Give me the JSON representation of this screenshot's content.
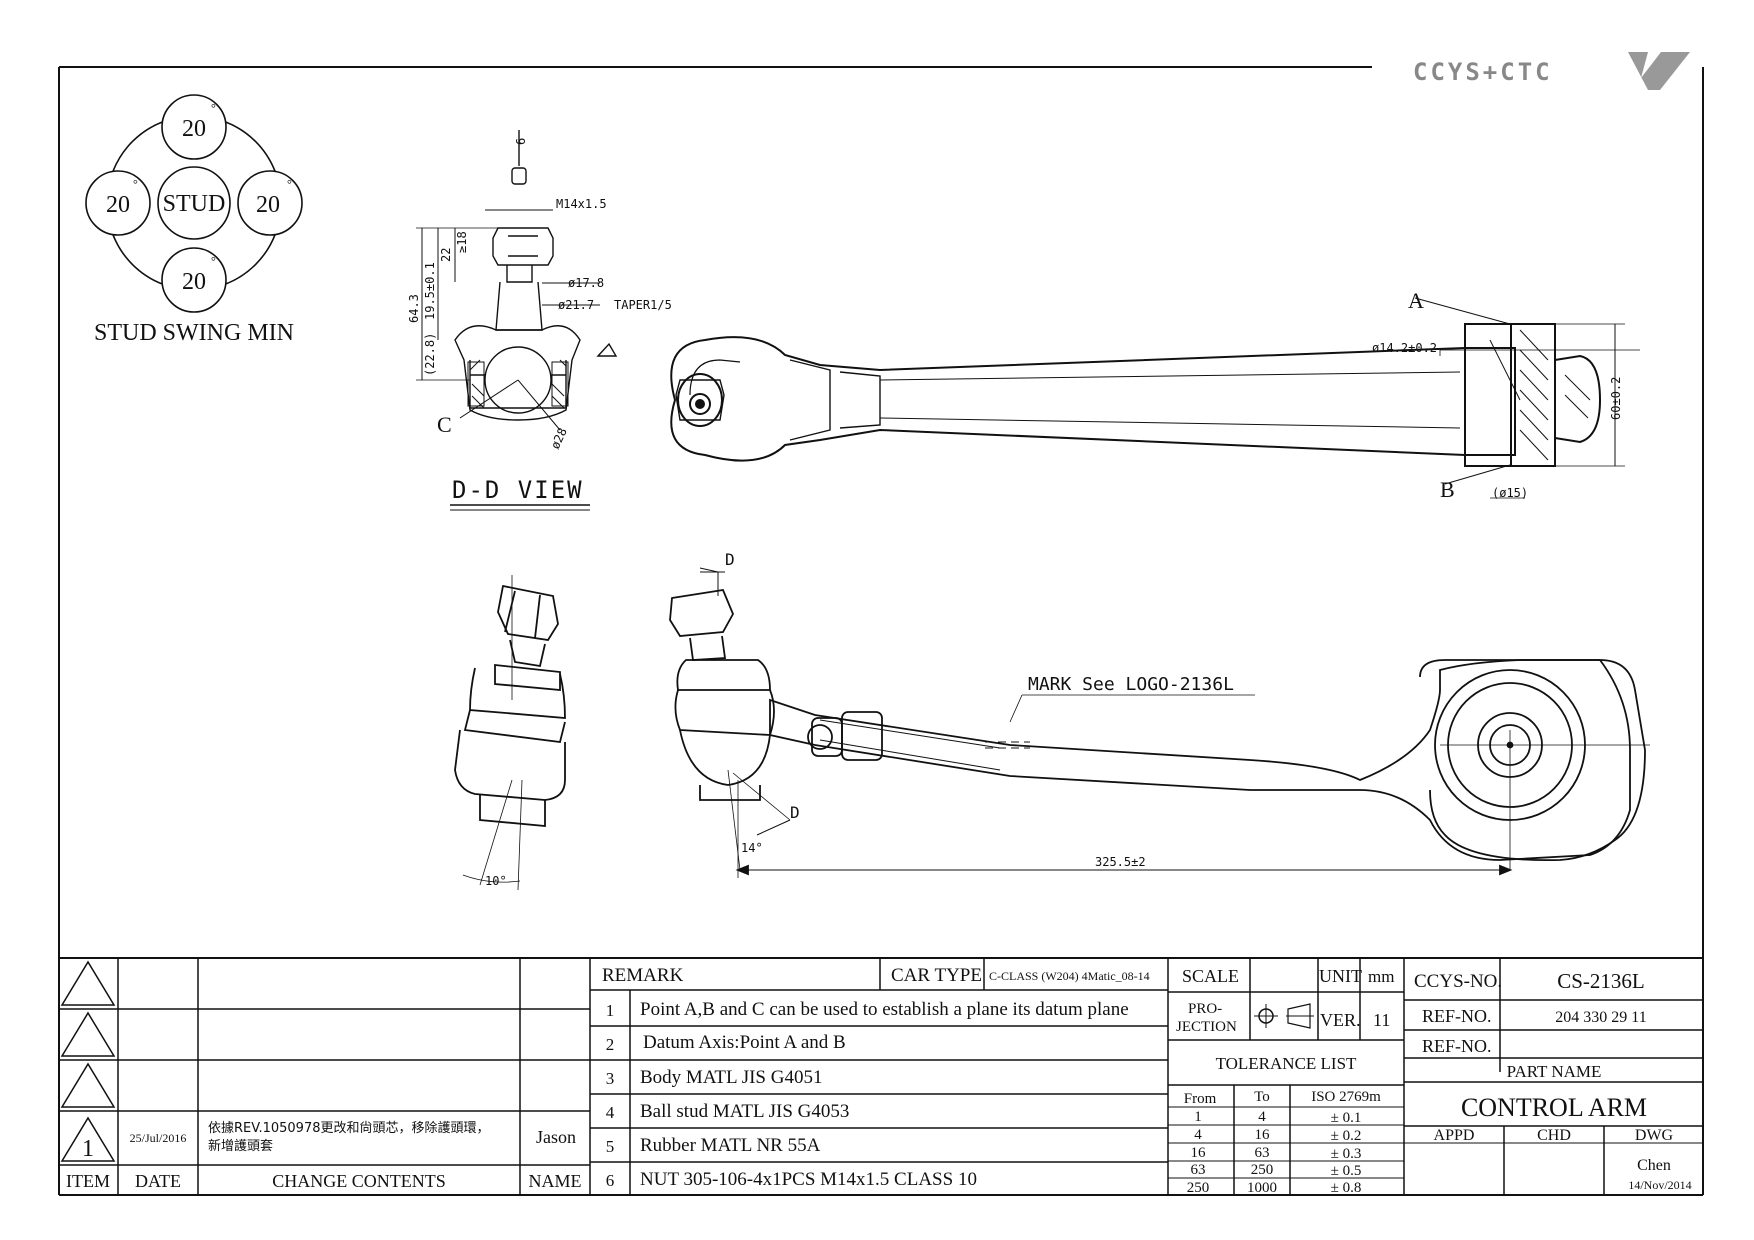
{
  "logo": {
    "text": "CCYS+CTC"
  },
  "swing": {
    "center": "STUD",
    "top": "20",
    "left": "20",
    "right": "20",
    "bottom": "20",
    "degree_mark": "°",
    "title": "STUD SWING MIN"
  },
  "section_view": {
    "title": "D-D VIEW",
    "dims": {
      "nut_top": "6",
      "thread": "M14x1.5",
      "d22": "22",
      "d18": "≥18",
      "d64": "64.3",
      "d195": "19.5±0.1",
      "d228": "(22.8)",
      "dia178": "ø17.8",
      "dia217": "ø21.7",
      "taper": "TAPER1/5",
      "dia28": "ø28",
      "point_c": "C"
    }
  },
  "top_view": {
    "point_a": "A",
    "point_b": "B",
    "dia142": "ø14.2±0.2",
    "dim60": "60±0.2",
    "dia15": "(ø15)"
  },
  "front_view": {
    "section_mark_top": "D",
    "section_mark_bottom": "D",
    "mark_note": "MARK See LOGO-2136L",
    "length": "325.5±2",
    "angle14": "14°",
    "angle10": "10°"
  },
  "revisions": {
    "rows": [
      {
        "item": "",
        "date": "",
        "content": "",
        "name": ""
      },
      {
        "item": "",
        "date": "",
        "content": "",
        "name": ""
      },
      {
        "item": "",
        "date": "",
        "content": "",
        "name": ""
      },
      {
        "item": "1",
        "date": "25/Jul/2016",
        "content_line1": "依據REV.1050978更改和尙頭芯，移除護頭環，",
        "content_line2": "新增護頭套",
        "name": "Jason"
      }
    ],
    "headers": {
      "item": "ITEM",
      "date": "DATE",
      "content": "CHANGE CONTENTS",
      "name": "NAME"
    }
  },
  "remarks": {
    "header": "REMARK",
    "car_type_label": "CAR TYPE",
    "car_type_value": "C-CLASS (W204) 4Matic_08-14",
    "items": [
      {
        "no": "1",
        "text": "Point A,B and C can be used to establish a plane its datum plane"
      },
      {
        "no": "2",
        "text": "Datum Axis:Point A and B"
      },
      {
        "no": "3",
        "text": "Body MATL JIS G4051"
      },
      {
        "no": "4",
        "text": "Ball stud MATL JIS G4053"
      },
      {
        "no": "5",
        "text": "Rubber MATL NR 55A"
      },
      {
        "no": "6",
        "text": "NUT 305-106-4x1PCS M14x1.5 CLASS 10"
      }
    ]
  },
  "title_block": {
    "scale_label": "SCALE",
    "scale_value": "",
    "unit_label": "UNIT",
    "unit_value": "mm",
    "projection_label_1": "PRO-",
    "projection_label_2": "JECTION",
    "ver_label": "VER.",
    "ver_value": "11",
    "tolerance_title": "TOLERANCE LIST",
    "tol_headers": {
      "from": "From",
      "to": "To",
      "iso": "ISO 2769m"
    },
    "tolerances": [
      {
        "from": "1",
        "to": "4",
        "tol": "± 0.1"
      },
      {
        "from": "4",
        "to": "16",
        "tol": "± 0.2"
      },
      {
        "from": "16",
        "to": "63",
        "tol": "± 0.3"
      },
      {
        "from": "63",
        "to": "250",
        "tol": "± 0.5"
      },
      {
        "from": "250",
        "to": "1000",
        "tol": "± 0.8"
      }
    ],
    "ccys_label": "CCYS-NO.",
    "ccys_value": "CS-2136L",
    "ref_label_1": "REF-NO.",
    "ref_value_1": "204 330 29 11",
    "ref_label_2": "REF-NO.",
    "ref_value_2": "",
    "part_name_label": "PART NAME",
    "part_name_value": "CONTROL ARM",
    "appd_label": "APPD",
    "chd_label": "CHD",
    "dwg_label": "DWG",
    "appd_value": "",
    "chd_value": "",
    "dwg_value": "Chen",
    "dwg_date": "14/Nov/2014"
  }
}
